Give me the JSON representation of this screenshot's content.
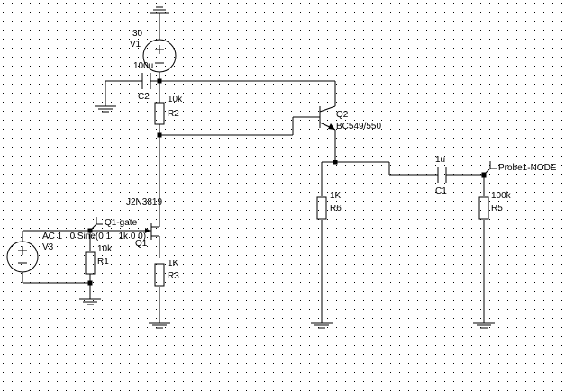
{
  "schematic": {
    "components": {
      "v1": {
        "ref": "V1",
        "value": "30"
      },
      "c2": {
        "ref": "C2",
        "value": "100u"
      },
      "r2": {
        "ref": "R2",
        "value": "10k"
      },
      "q2": {
        "ref": "Q2",
        "value": "BC549/550"
      },
      "q1": {
        "ref": "Q1",
        "value": "J2N3819"
      },
      "v3": {
        "ref": "V3",
        "value": "AC 1   0 Sine(0 1   1k 0 0)"
      },
      "r1": {
        "ref": "R1",
        "value": "10k"
      },
      "r3": {
        "ref": "R3",
        "value": "1K"
      },
      "r6": {
        "ref": "R6",
        "value": "1K"
      },
      "c1": {
        "ref": "C1",
        "value": "1u"
      },
      "r5": {
        "ref": "R5",
        "value": "100k"
      }
    },
    "probes": {
      "gate": "Q1-gate",
      "out": "Probe1-NODE"
    }
  }
}
